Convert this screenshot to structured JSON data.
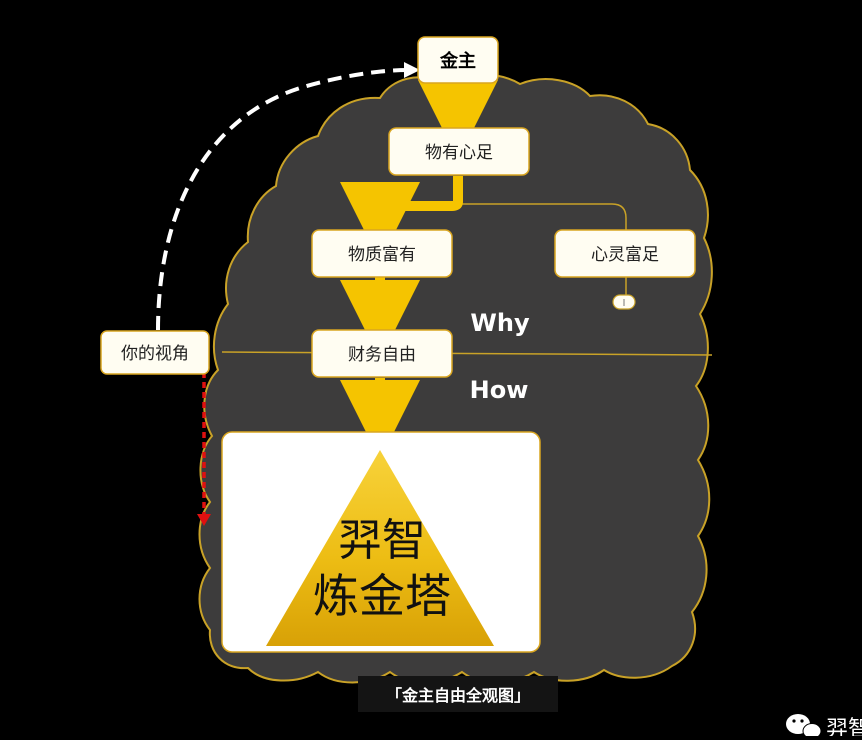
{
  "nodes": {
    "jinzhu": "金主",
    "wu_you_xin_zu": "物有心足",
    "wuzhi_fuyou": "物质富有",
    "xinling_fuzu": "心灵富足",
    "caiwu_ziyou": "财务自由",
    "ni_de_shijiao": "你的视角"
  },
  "labels": {
    "why": "Why",
    "how": "How"
  },
  "pyramid": {
    "line1": "羿智",
    "line2": "炼金塔"
  },
  "caption": "「金主自由全观图」",
  "watermark": "羿智",
  "colors": {
    "background": "#000000",
    "cloud_fill": "#3d3c3c",
    "cloud_stroke": "#c9a227",
    "arrow": "#f5c400",
    "node_fill": "#fffdf2",
    "node_stroke": "#d9a520",
    "dashed_red": "#e01010",
    "dashed_white": "#ffffff",
    "pyramid_gold": "#f2c21b"
  }
}
